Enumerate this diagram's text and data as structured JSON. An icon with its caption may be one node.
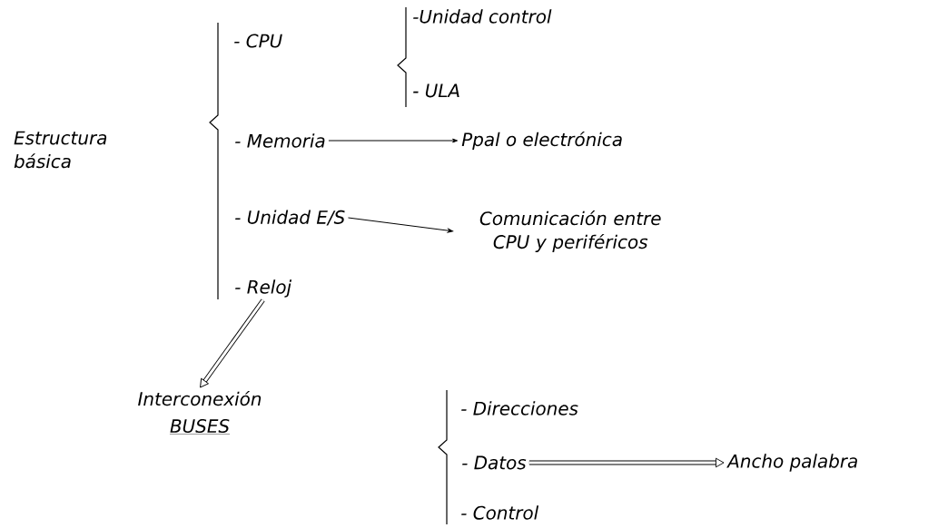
{
  "diagram": {
    "nodes": [
      {
        "text": [
          "- Memoria"
        ]
      },
      {
        "text": [
          "Ppal o electrónica"
        ]
      },
      {
        "text": [
          "- Unidad E/S"
        ]
      },
      {
        "text": [
          "Comunicación entre CPU y periféricos"
        ]
      },
      {
        "text": [
          "- Reloj"
        ]
      },
      {
        "text": [
          "Interconexión",
          "BUSES"
        ]
      },
      {
        "text": [
          "- Datos"
        ]
      },
      {
        "text": [
          "Ancho palabra"
        ]
      }
    ],
    "edges": [
      {
        "from": 0,
        "to": 1,
        "arrow": "to"
      },
      {
        "from": 2,
        "to": 3,
        "arrow": "to"
      },
      {
        "from": 4,
        "to": 5,
        "arrow": "to",
        "style": "thick"
      },
      {
        "from": 6,
        "to": 7,
        "arrow": "to",
        "style": "thick"
      }
    ],
    "labels": [
      "Estructura básica",
      "- CPU",
      "-Unidad control",
      "- ULA",
      "- Direcciones",
      "- Control"
    ]
  }
}
